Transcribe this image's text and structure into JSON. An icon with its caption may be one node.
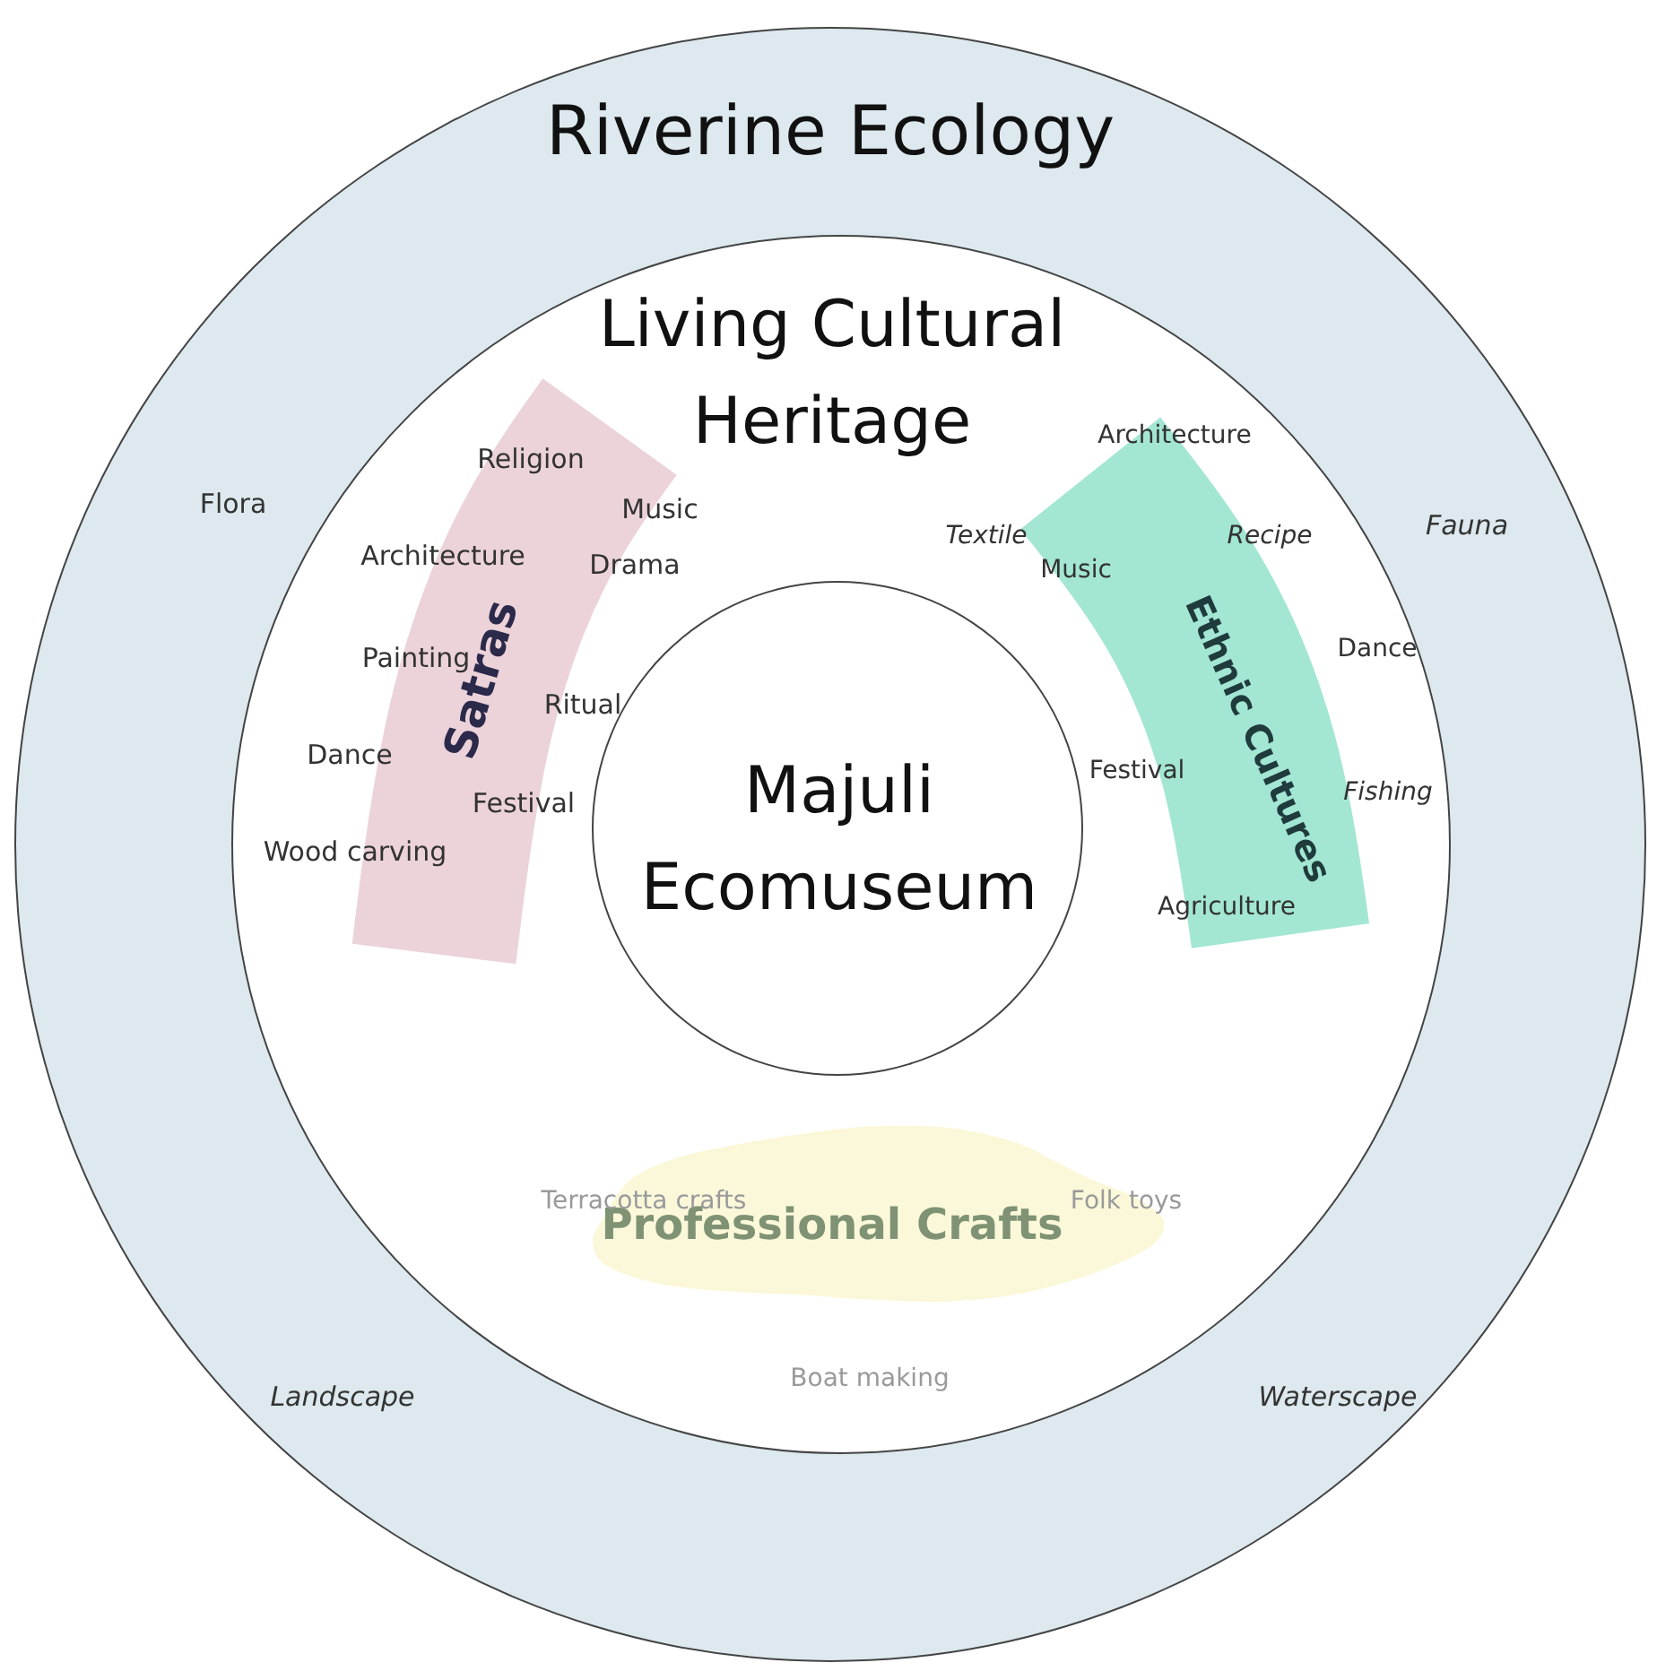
{
  "diagram": {
    "nodes": [
      {
        "text": [
          "Riverine Ecology"
        ]
      },
      {
        "text": [
          "Living Cultural Heritage"
        ],
        "in": 0
      },
      {
        "text": [
          "Majuli Ecomuseum"
        ],
        "in": 1
      },
      {
        "text": [
          "Satras",
          "Religion",
          "Music",
          "Architecture",
          "Drama",
          "Painting",
          "Ritual",
          "Dance",
          "Festival",
          "Wood carving"
        ],
        "in": 1
      },
      {
        "text": [
          "Ethnic Cultures",
          "Architecture",
          "Textile",
          "Recipe",
          "Music",
          "Dance",
          "Festival",
          "Fishing",
          "Agriculture"
        ],
        "in": 1
      },
      {
        "text": [
          "Professional Crafts",
          "Terracotta crafts",
          "Folk toys",
          "Boat making"
        ],
        "in": 1
      }
    ],
    "labels": [
      "Flora",
      "Fauna",
      "Landscape",
      "Waterscape"
    ]
  }
}
